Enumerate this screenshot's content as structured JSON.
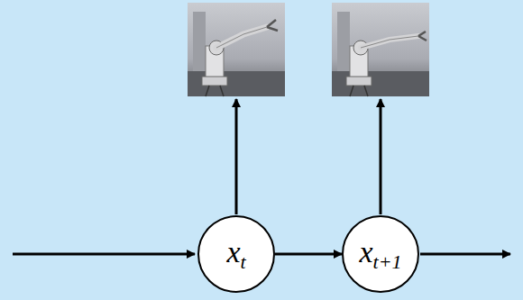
{
  "diagram": {
    "nodes": [
      {
        "text": [
          "xt"
        ]
      },
      {
        "text": [
          "xt+1"
        ]
      }
    ],
    "edges": [
      {
        "from": 0,
        "to": 1,
        "arrow": "to"
      }
    ]
  }
}
